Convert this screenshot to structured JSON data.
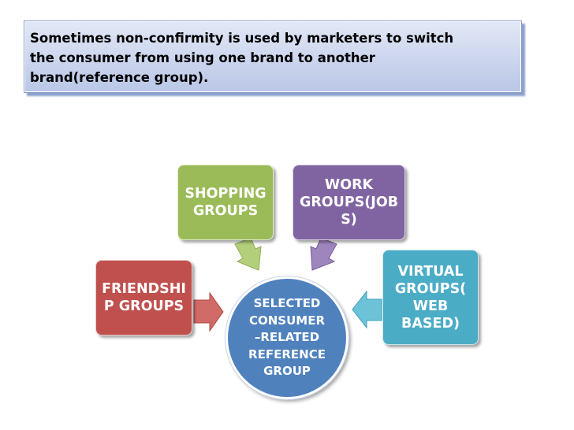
{
  "header": {
    "lines": [
      "Sometimes non-confirmity is used by marketers to switch",
      "the consumer from using one brand to another",
      "brand(reference group)."
    ]
  },
  "diagram": {
    "center": {
      "lines": [
        "SELECTED",
        "CONSUMER",
        "–RELATED",
        "REFERENCE",
        "GROUP"
      ]
    },
    "groups": [
      {
        "id": "shopping",
        "lines": [
          "SHOPPING",
          "GROUPS"
        ]
      },
      {
        "id": "work",
        "lines": [
          "WORK",
          "GROUPS(JOB",
          "S)"
        ]
      },
      {
        "id": "friendship",
        "lines": [
          "FRIENDSHI",
          "P GROUPS"
        ]
      },
      {
        "id": "virtual",
        "lines": [
          "VIRTUAL",
          "GROUPS(",
          "WEB",
          "BASED)"
        ]
      }
    ]
  },
  "colors": {
    "shopping": "#9bbb59",
    "work": "#8064a2",
    "friendship": "#c0504d",
    "virtual": "#4bacc6",
    "center": "#4f81bd"
  }
}
